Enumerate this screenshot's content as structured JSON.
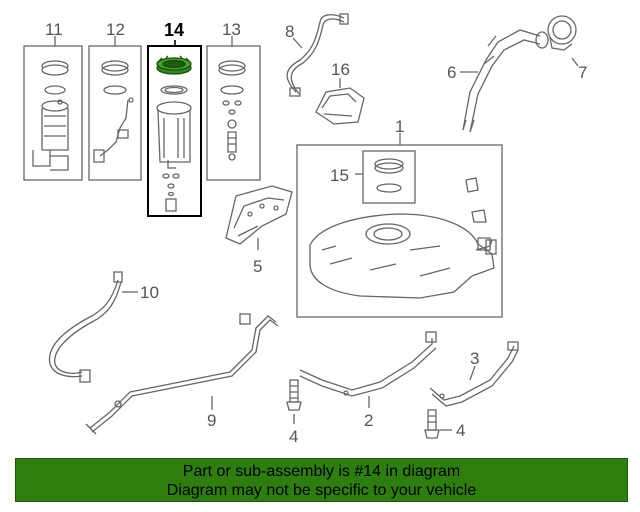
{
  "callouts": {
    "c1": "1",
    "c2": "2",
    "c3": "3",
    "c4a": "4",
    "c4b": "4",
    "c5": "5",
    "c6": "6",
    "c7": "7",
    "c8": "8",
    "c9": "9",
    "c10": "10",
    "c11": "11",
    "c12": "12",
    "c13": "13",
    "c14": "14",
    "c15": "15",
    "c16": "16"
  },
  "highlight_part": "14",
  "banner": {
    "line1": "Part or sub-assembly is #14 in diagram",
    "line2": "Diagram may not be specific to your vehicle"
  },
  "colors": {
    "highlight_green": "#2f8a1b",
    "banner_bg": "#2e7d0f",
    "line": "#666666"
  }
}
